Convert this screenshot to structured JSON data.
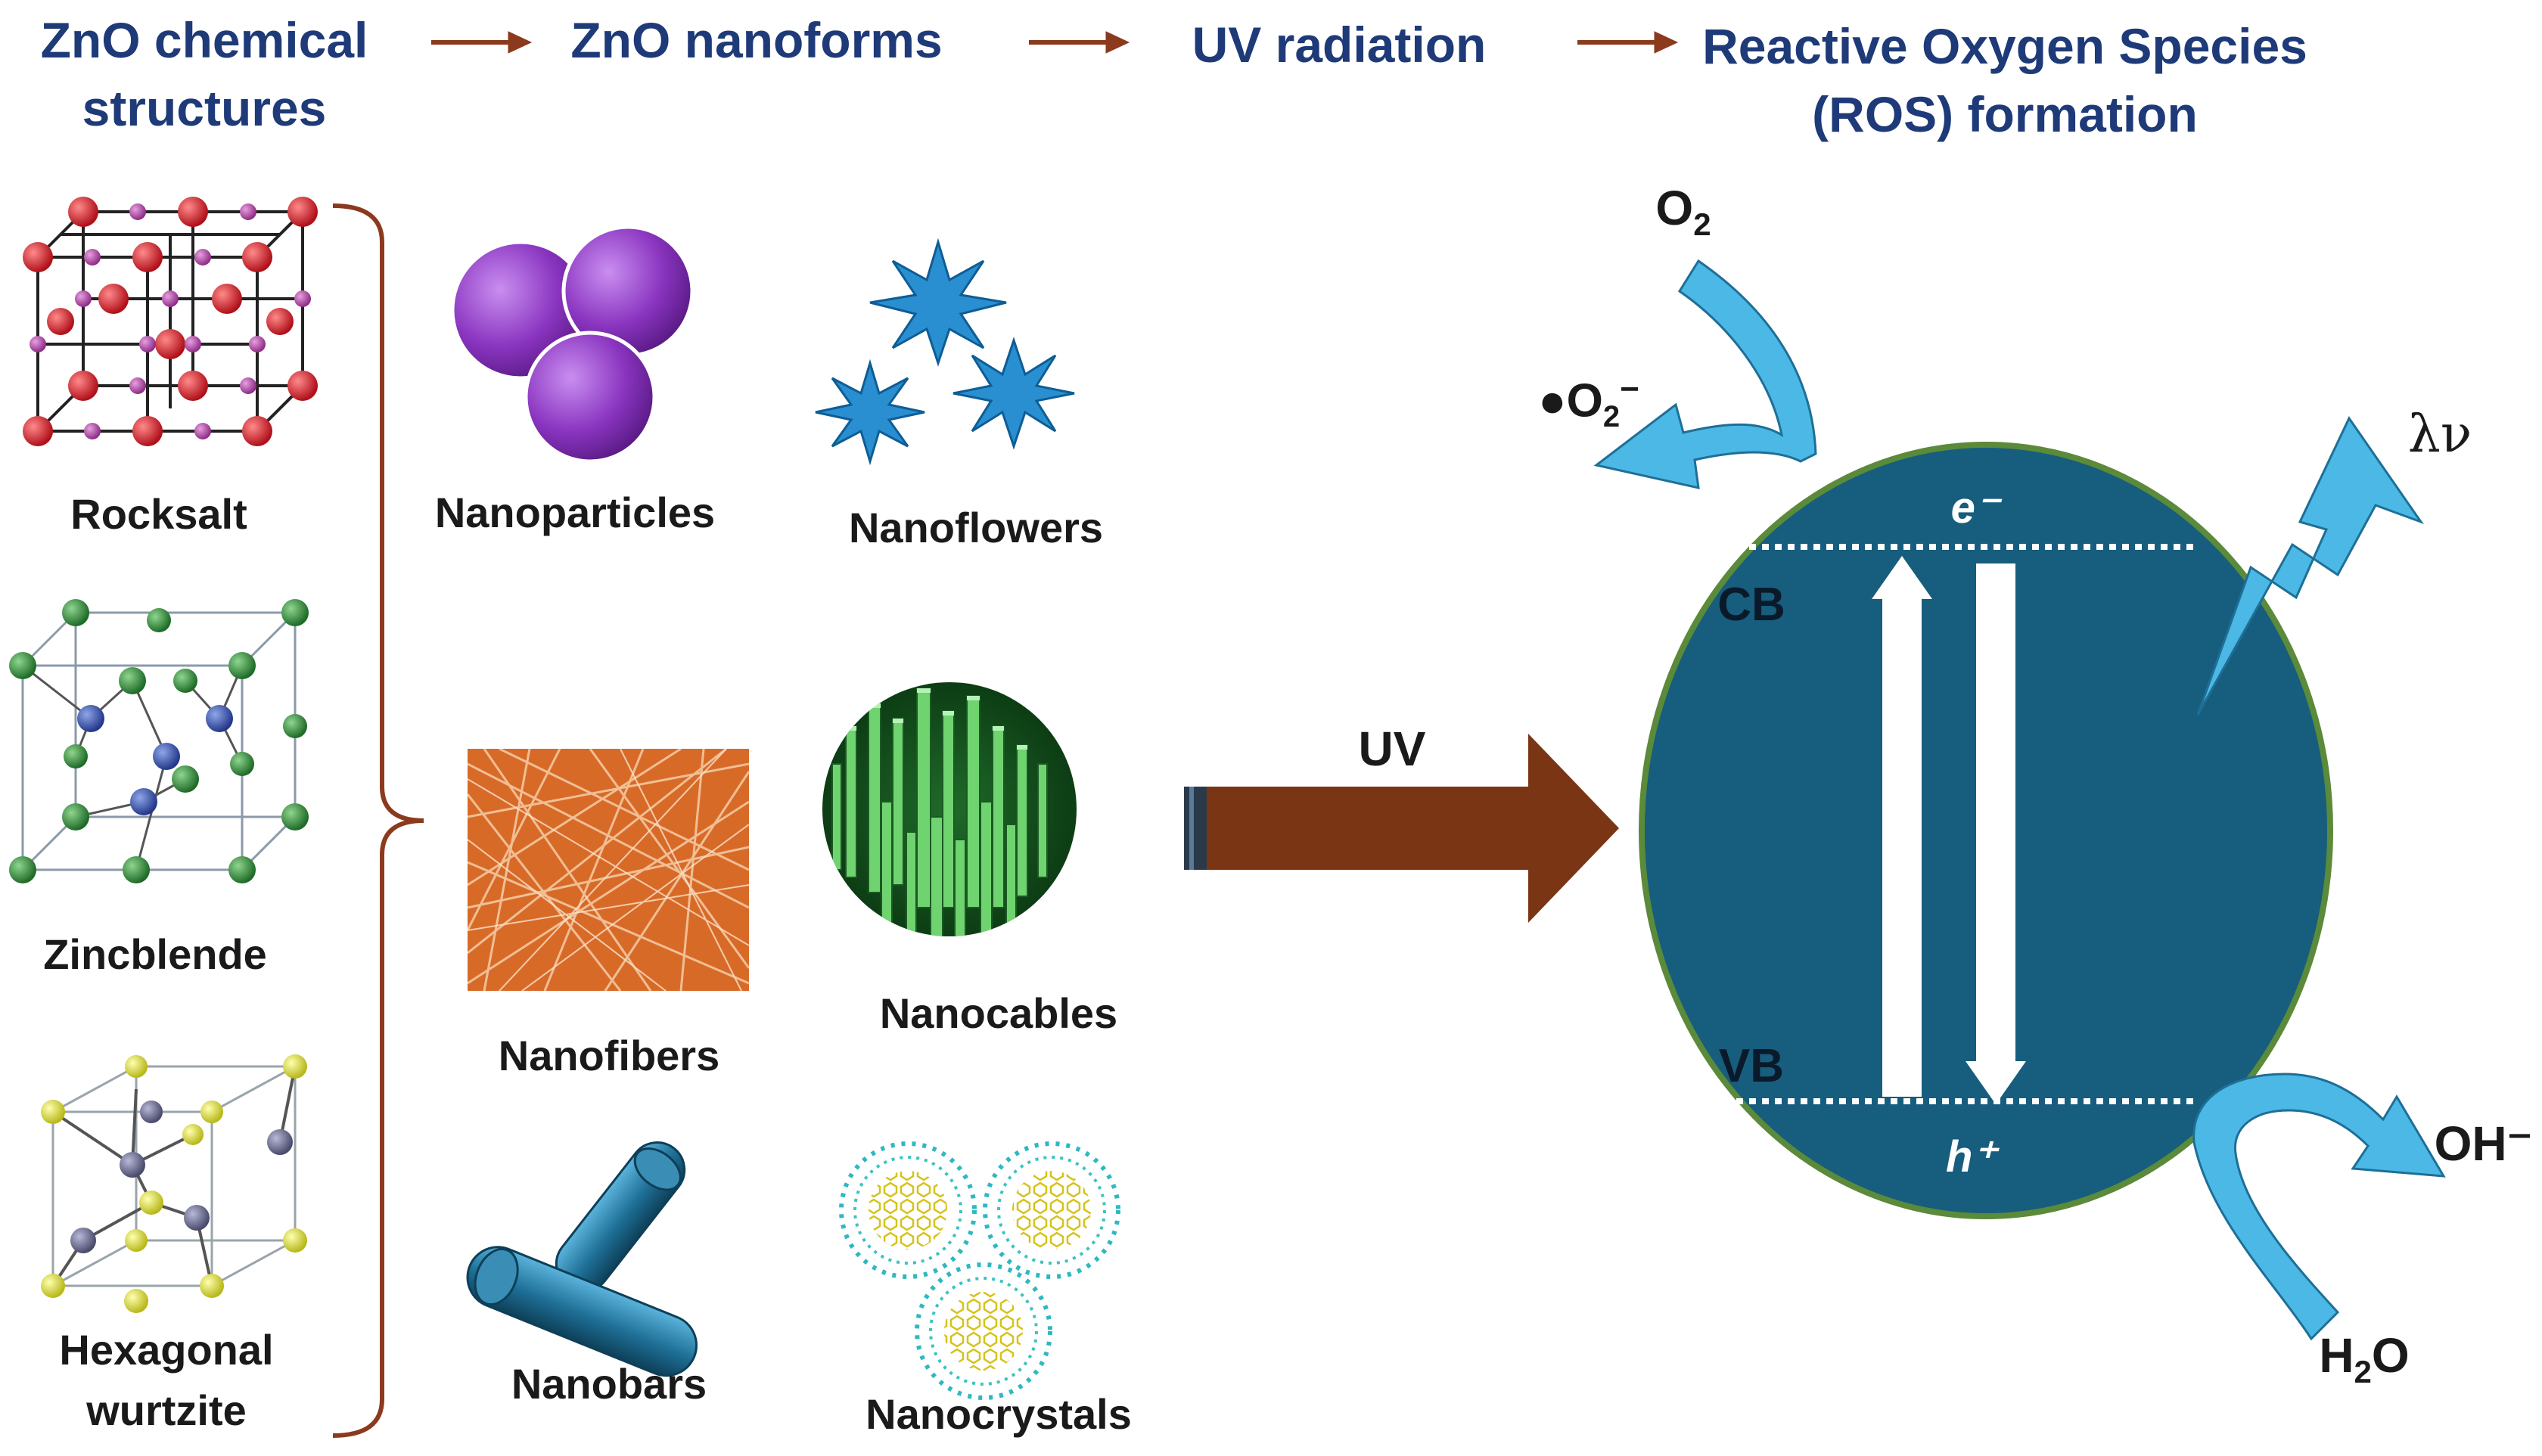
{
  "headers": {
    "structures": [
      "ZnO chemical",
      "structures"
    ],
    "nanoforms": "ZnO nanoforms",
    "uv_radiation": "UV radiation",
    "ros": [
      "Reactive Oxygen Species",
      "(ROS) formation"
    ]
  },
  "structures": {
    "rocksalt": "Rocksalt",
    "zincblende": "Zincblende",
    "wurtzite": [
      "Hexagonal",
      "wurtzite"
    ]
  },
  "nanoforms": {
    "nanoparticles": "Nanoparticles",
    "nanoflowers": "Nanoflowers",
    "nanofibers": "Nanofibers",
    "nanocables": "Nanocables",
    "nanobars": "Nanobars",
    "nanocrystals": "Nanocrystals"
  },
  "uv_arrow_label": "UV",
  "particle": {
    "conduction_band": "CB",
    "valence_band": "VB",
    "electron": "e⁻",
    "hole": "h⁺",
    "photon": "λν"
  },
  "reactions": {
    "oxygen": "O",
    "oxygen_sub": "2",
    "superoxide_dot": "●O",
    "superoxide_sub": "2",
    "superoxide_sup": "−",
    "hydroxide": "OH⁻",
    "water_h": "H",
    "water_sub": "2",
    "water_o": "O"
  },
  "colors": {
    "header_text": "#1e3a78",
    "flow_arrow": "#8b3a1e",
    "bracket": "#8b3a1e",
    "uv_arrow": "#7a3515",
    "particle_fill": "#175d7d",
    "particle_border": "#5a8a3a",
    "reaction_arrow": "#4cb8e6",
    "nanoparticle": "#8a35c0",
    "nanoflower": "#2a8fd0",
    "nanofiber": "#d86a28",
    "nanocable": "#2e9e3e",
    "nanobar": "#1e6f96",
    "rocksalt_atom": "#d81e2a",
    "zincblende_atom": "#2f8a3a",
    "wurtzite_atom": "#e6e63a"
  }
}
